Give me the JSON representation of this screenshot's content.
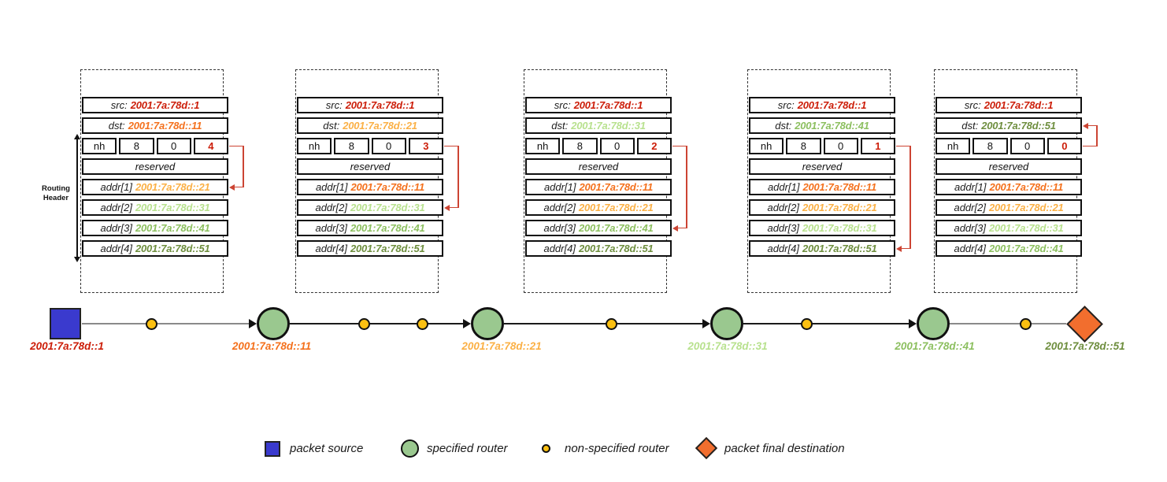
{
  "colors": {
    "red": "#cc1d08",
    "orange": "#f4711d",
    "amber": "#fbb045",
    "light_green": "#b8e18e",
    "green": "#8cbf5f",
    "olive": "#6e8e3e",
    "node_blue": "#3a3ace",
    "node_green": "#9ac88f",
    "node_yellow": "#fcc011",
    "node_orange": "#f26e2e",
    "connector_red": "#cc4433",
    "line_gray": "#8a8a8a",
    "line_black": "#1a1a1a"
  },
  "routing_header_bracket": {
    "line1": "Routing",
    "line2": "Header"
  },
  "tables": [
    {
      "src": {
        "label": "src:",
        "value": "2001:7a:78d::1",
        "color": "red"
      },
      "dst": {
        "label": "dst:",
        "value": "2001:7a:78d::11",
        "color": "orange"
      },
      "nh_row": {
        "nh": "nh",
        "hdr_ext_len": "8",
        "routing_type": "0",
        "segments_left": "4"
      },
      "reserved": "reserved",
      "addrs": [
        {
          "label": "addr[1]",
          "value": "2001:7a:78d::21",
          "color": "amber"
        },
        {
          "label": "addr[2]",
          "value": "2001:7a:78d::31",
          "color": "light_green"
        },
        {
          "label": "addr[3]",
          "value": "2001:7a:78d::41",
          "color": "green"
        },
        {
          "label": "addr[4]",
          "value": "2001:7a:78d::51",
          "color": "olive"
        }
      ],
      "pointer_target": "addr1"
    },
    {
      "src": {
        "label": "src:",
        "value": "2001:7a:78d::1",
        "color": "red"
      },
      "dst": {
        "label": "dst:",
        "value": "2001:7a:78d::21",
        "color": "amber"
      },
      "nh_row": {
        "nh": "nh",
        "hdr_ext_len": "8",
        "routing_type": "0",
        "segments_left": "3"
      },
      "reserved": "reserved",
      "addrs": [
        {
          "label": "addr[1]",
          "value": "2001:7a:78d::11",
          "color": "orange"
        },
        {
          "label": "addr[2]",
          "value": "2001:7a:78d::31",
          "color": "light_green"
        },
        {
          "label": "addr[3]",
          "value": "2001:7a:78d::41",
          "color": "green"
        },
        {
          "label": "addr[4]",
          "value": "2001:7a:78d::51",
          "color": "olive"
        }
      ],
      "pointer_target": "addr2"
    },
    {
      "src": {
        "label": "src:",
        "value": "2001:7a:78d::1",
        "color": "red"
      },
      "dst": {
        "label": "dst:",
        "value": "2001:7a:78d::31",
        "color": "light_green"
      },
      "nh_row": {
        "nh": "nh",
        "hdr_ext_len": "8",
        "routing_type": "0",
        "segments_left": "2"
      },
      "reserved": "reserved",
      "addrs": [
        {
          "label": "addr[1]",
          "value": "2001:7a:78d::11",
          "color": "orange"
        },
        {
          "label": "addr[2]",
          "value": "2001:7a:78d::21",
          "color": "amber"
        },
        {
          "label": "addr[3]",
          "value": "2001:7a:78d::41",
          "color": "green"
        },
        {
          "label": "addr[4]",
          "value": "2001:7a:78d::51",
          "color": "olive"
        }
      ],
      "pointer_target": "addr3"
    },
    {
      "src": {
        "label": "src:",
        "value": "2001:7a:78d::1",
        "color": "red"
      },
      "dst": {
        "label": "dst:",
        "value": "2001:7a:78d::41",
        "color": "green"
      },
      "nh_row": {
        "nh": "nh",
        "hdr_ext_len": "8",
        "routing_type": "0",
        "segments_left": "1"
      },
      "reserved": "reserved",
      "addrs": [
        {
          "label": "addr[1]",
          "value": "2001:7a:78d::11",
          "color": "orange"
        },
        {
          "label": "addr[2]",
          "value": "2001:7a:78d::21",
          "color": "amber"
        },
        {
          "label": "addr[3]",
          "value": "2001:7a:78d::31",
          "color": "light_green"
        },
        {
          "label": "addr[4]",
          "value": "2001:7a:78d::51",
          "color": "olive"
        }
      ],
      "pointer_target": "addr4"
    },
    {
      "src": {
        "label": "src:",
        "value": "2001:7a:78d::1",
        "color": "red"
      },
      "dst": {
        "label": "dst:",
        "value": "2001:7a:78d::51",
        "color": "olive"
      },
      "nh_row": {
        "nh": "nh",
        "hdr_ext_len": "8",
        "routing_type": "0",
        "segments_left": "0"
      },
      "reserved": "reserved",
      "addrs": [
        {
          "label": "addr[1]",
          "value": "2001:7a:78d::11",
          "color": "orange"
        },
        {
          "label": "addr[2]",
          "value": "2001:7a:78d::21",
          "color": "amber"
        },
        {
          "label": "addr[3]",
          "value": "2001:7a:78d::31",
          "color": "light_green"
        },
        {
          "label": "addr[4]",
          "value": "2001:7a:78d::41",
          "color": "green"
        }
      ],
      "pointer_target": "dst"
    }
  ],
  "path": {
    "nodes": [
      {
        "kind": "source",
        "label": "2001:7a:78d::1",
        "color": "red"
      },
      {
        "kind": "router",
        "label": "2001:7a:78d::11",
        "color": "orange"
      },
      {
        "kind": "router",
        "label": "2001:7a:78d::21",
        "color": "amber"
      },
      {
        "kind": "router",
        "label": "2001:7a:78d::31",
        "color": "light_green"
      },
      {
        "kind": "router",
        "label": "2001:7a:78d::41",
        "color": "green"
      },
      {
        "kind": "destination",
        "label": "2001:7a:78d::51",
        "color": "olive"
      }
    ],
    "non_specified_per_segment": [
      1,
      2,
      1,
      1,
      1
    ]
  },
  "legend": {
    "items": [
      {
        "shape": "square",
        "label": "packet source"
      },
      {
        "shape": "circle",
        "label": "specified router"
      },
      {
        "shape": "dot",
        "label": "non-specified router"
      },
      {
        "shape": "diamond",
        "label": "packet final destination"
      }
    ]
  }
}
